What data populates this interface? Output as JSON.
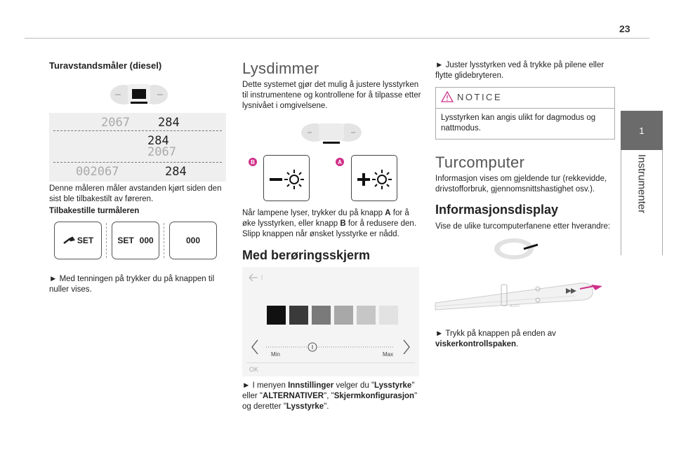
{
  "page": {
    "number": "23",
    "side_tab_number": "1",
    "side_tab_label": "Instrumenter"
  },
  "left": {
    "heading": "Turavstandsmåler (diesel)",
    "odometer": {
      "r1_trip": "2067",
      "r1_total": "284",
      "r2_total": "284",
      "r2_trip": "2067",
      "r3_total_full": "002067",
      "r3_trip": "284"
    },
    "desc": "Denne måleren måler avstanden kjørt siden den sist ble tilbakestilt av føreren.",
    "subheading": "Tilbakestille turmåleren",
    "keys": {
      "k1": "SET",
      "k2a": "SET",
      "k2b": "000",
      "k3": "000"
    },
    "bullet": "►  Med tenningen på trykker du på knappen til nuller vises."
  },
  "middle": {
    "title": "Lysdimmer",
    "intro": "Dette systemet gjør det mulig å justere lysstyrken til instrumentene og kontrollene for å tilpasse etter lysnivået i omgivelsene.",
    "badge_b": "B",
    "badge_a": "A",
    "p2_a": "Når lampene lyser, trykker du på knapp ",
    "p2_b": "A",
    "p2_c": " for å øke lysstyrken, eller knapp ",
    "p2_d": "B",
    "p2_e": " for å redusere den. Slipp knappen når ønsket lysstyrke er nådd.",
    "touch_title": "Med berøringsskjerm",
    "touch": {
      "min": "Min",
      "max": "Max",
      "ok": "OK"
    },
    "swatch_colors": [
      "#111111",
      "#3a3a3a",
      "#7a7a7a",
      "#a8a8a8",
      "#c6c6c6",
      "#e2e2e2"
    ],
    "bullet_a": "►  I menyen ",
    "bullet_b": "Innstillinger",
    "bullet_c": " velger du \"",
    "bullet_d": "Lysstyrke",
    "bullet_e": "\" eller \"",
    "bullet_f": "ALTERNATIVER",
    "bullet_g": "\", \"",
    "bullet_h": "Skjermkonfigurasjon",
    "bullet_i": "\" og deretter \"",
    "bullet_j": "Lysstyrke",
    "bullet_k": "\"."
  },
  "right": {
    "bullet1": "►  Juster lysstyrken ved å trykke på pilene eller flytte glidebryteren.",
    "notice_title": "NOTICE",
    "notice_text": "Lysstyrken kan angis ulikt for dagmodus og nattmodus.",
    "trip_title": "Turcomputer",
    "trip_text": "Informasjon vises om gjeldende tur (rekkevidde, drivstofforbruk, gjennomsnittshastighet osv.).",
    "info_title": "Informasjonsdisplay",
    "info_text": "Vise de ulike turcomputerfanene etter hverandre:",
    "stalk_label": "AUTO",
    "bullet2_a": "►  Trykk på knappen på enden av ",
    "bullet2_b": "viskerkontrollspaken",
    "bullet2_c": "."
  }
}
